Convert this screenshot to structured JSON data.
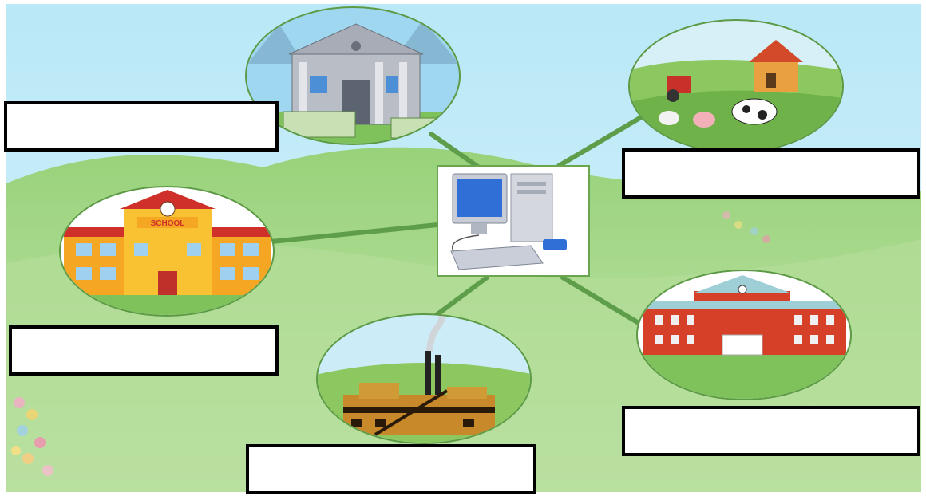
{
  "diagram": {
    "center_node": {
      "icon": "desktop-computer-icon"
    },
    "nodes": [
      {
        "id": "bank",
        "icon": "bank-building-icon",
        "label": ""
      },
      {
        "id": "farm",
        "icon": "farm-icon",
        "label": ""
      },
      {
        "id": "school",
        "icon": "school-building-icon",
        "label": ""
      },
      {
        "id": "factory",
        "icon": "factory-icon",
        "label": ""
      },
      {
        "id": "hospital",
        "icon": "hospital-building-icon",
        "label": ""
      }
    ]
  },
  "colors": {
    "sky": "#aee3f5",
    "grass_light": "#a9d98a",
    "grass": "#7cc35a",
    "connector": "#5e9e4a",
    "box_border": "#000000"
  }
}
